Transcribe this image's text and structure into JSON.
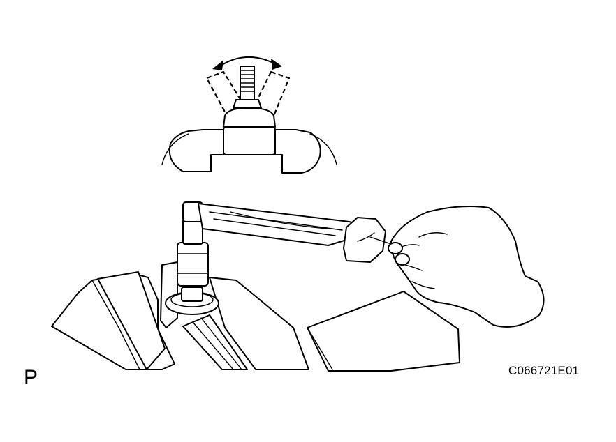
{
  "labels": {
    "view_letter": "P",
    "figure_code": "C066721E01"
  },
  "icons": {
    "swing_arrow": "double-headed-curved-arrow"
  },
  "colors": {
    "line": "#000000",
    "background": "#ffffff"
  }
}
